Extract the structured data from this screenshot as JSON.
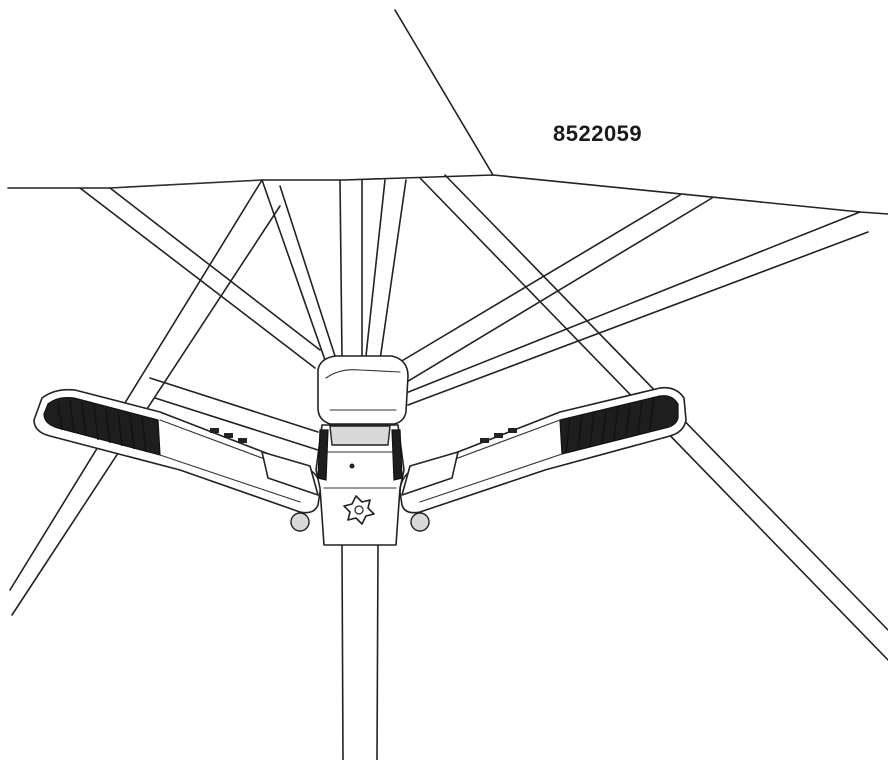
{
  "diagram": {
    "model_number": "8522059",
    "colors": {
      "line": "#222222",
      "background": "#ffffff",
      "heater_element": "#1e1e1e"
    },
    "parts": [
      "umbrella-canopy",
      "umbrella-ribs",
      "umbrella-pole",
      "center-hub",
      "left-heater-panel",
      "right-heater-panel",
      "mounting-clamp",
      "clamp-knob"
    ]
  }
}
